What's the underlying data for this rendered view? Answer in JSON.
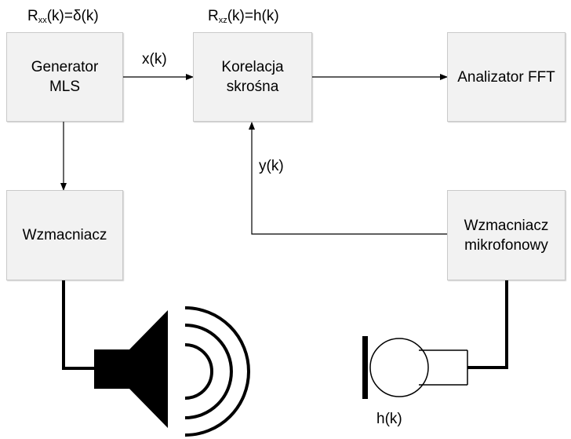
{
  "blocks": {
    "generator": "Generator\nMLS",
    "correlation": "Korelacja\nskrośna",
    "analyzer": "Analizator FFT",
    "amplifier": "Wzmacniacz",
    "mic_amplifier": "Wzmacniacz\nmikrofonowy"
  },
  "labels": {
    "rxx": {
      "main_1": "R",
      "sub": "xx",
      "main_2": "(k)=δ(k)"
    },
    "rxz": {
      "main_1": "R",
      "sub": "xz",
      "main_2": "(k)=h(k)"
    },
    "x": "x(k)",
    "y": "y(k)",
    "h": "h(k)"
  },
  "icons": [
    "loudspeaker-icon",
    "sound-waves-icon",
    "microphone-icon"
  ]
}
